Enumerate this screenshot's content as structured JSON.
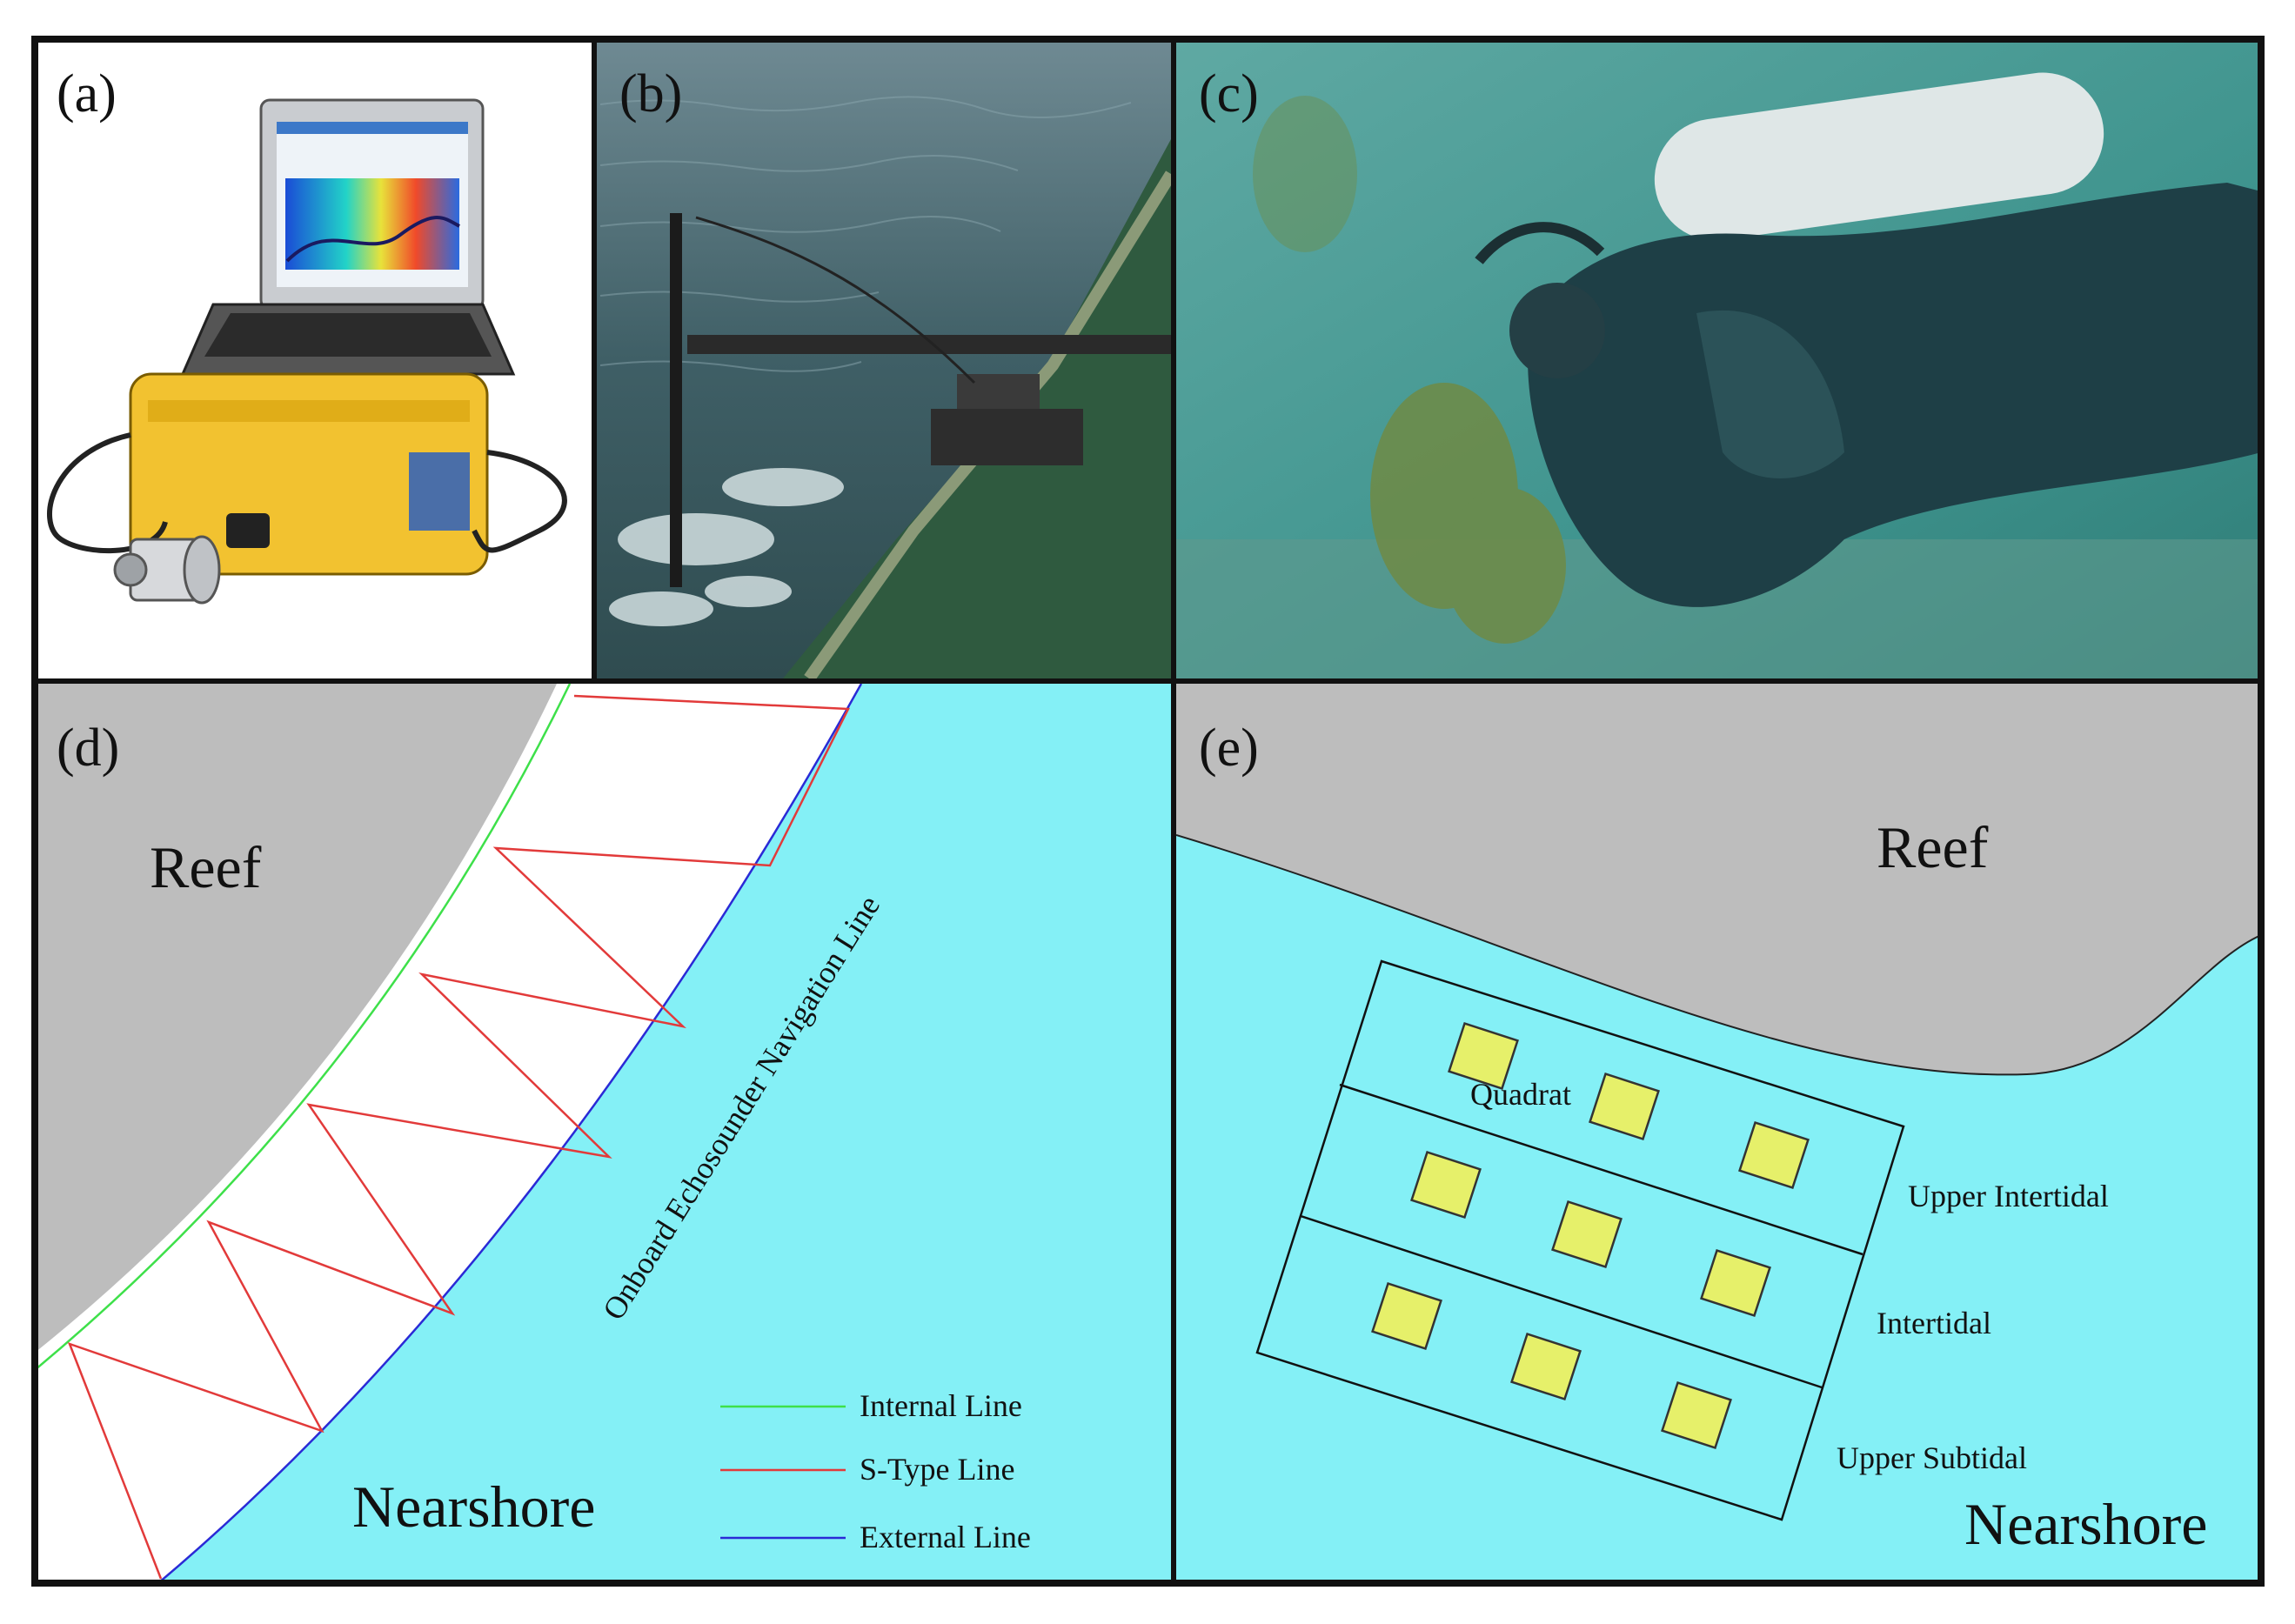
{
  "panels": {
    "a": {
      "label": "(a)"
    },
    "b": {
      "label": "(b)"
    },
    "c": {
      "label": "(c)"
    },
    "d": {
      "label": "(d)",
      "reef": "Reef",
      "nearshore": "Nearshore",
      "nav_line": "Onboard Echosounder Navigation Line",
      "legend": [
        {
          "label": "Internal Line",
          "color": "#3ee04a"
        },
        {
          "label": "S-Type Line",
          "color": "#e23a3a"
        },
        {
          "label": "External Line",
          "color": "#2a2ad6"
        }
      ]
    },
    "e": {
      "label": "(e)",
      "reef": "Reef",
      "nearshore": "Nearshore",
      "quadrat": "Quadrat",
      "zones": [
        "Upper Intertidal",
        "Intertidal",
        "Upper Subtidal"
      ]
    }
  },
  "colors": {
    "reef": "#bdbdbd",
    "water": "#84f0f6",
    "quadrat": "#e6f06a",
    "border": "#111111"
  }
}
